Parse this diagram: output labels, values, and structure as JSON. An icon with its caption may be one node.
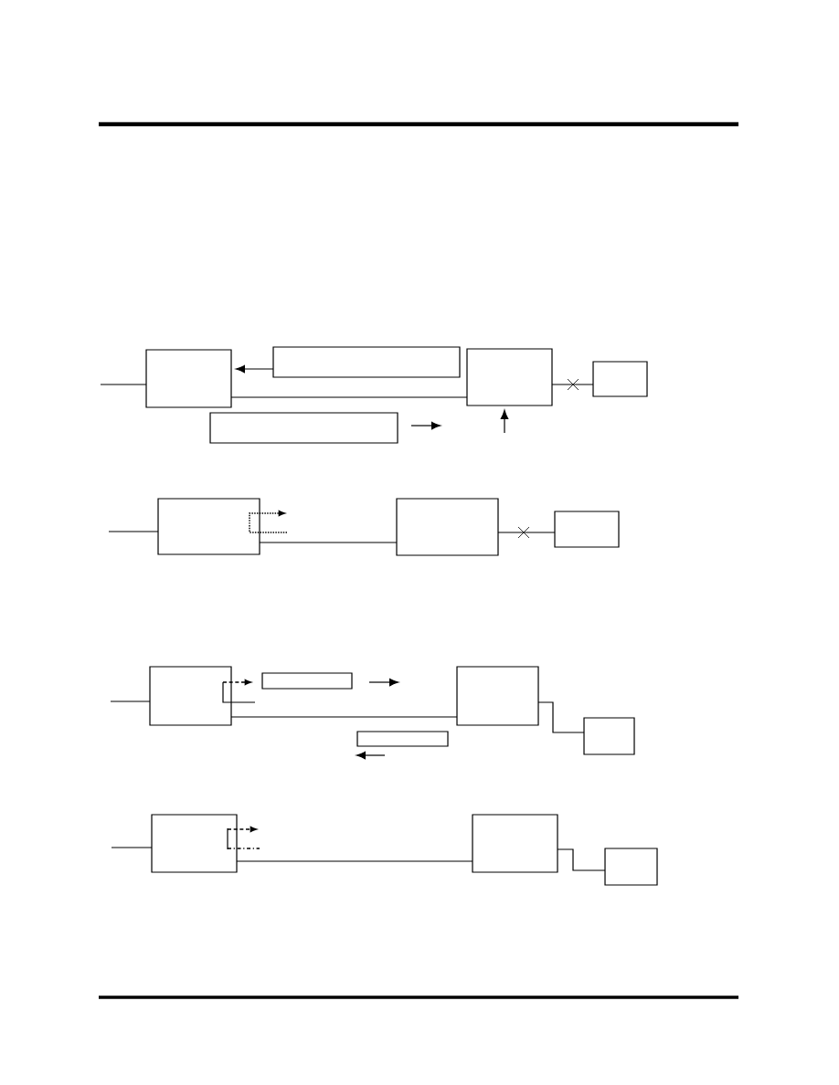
{
  "diagram": {
    "nodes": [
      {
        "text": [],
        "shape": "box"
      },
      {
        "text": [],
        "shape": "box"
      },
      {
        "text": [],
        "shape": "box"
      },
      {
        "text": [],
        "shape": "box"
      },
      {
        "text": [],
        "shape": "box"
      },
      {
        "text": [],
        "shape": "box"
      },
      {
        "text": [],
        "shape": "box"
      },
      {
        "text": [],
        "shape": "box"
      },
      {
        "text": [],
        "shape": "box"
      },
      {
        "text": [],
        "shape": "box"
      },
      {
        "text": [],
        "shape": "box"
      },
      {
        "text": [],
        "shape": "box"
      },
      {
        "text": [],
        "shape": "box"
      },
      {
        "text": [],
        "shape": "box"
      },
      {
        "text": [],
        "shape": "box"
      },
      {
        "text": [],
        "shape": "box"
      }
    ],
    "edges": [
      {
        "from": null,
        "to": 0,
        "arrow": "none"
      },
      {
        "from": 1,
        "to": 0,
        "arrow": "to"
      },
      {
        "from": 0,
        "to": 2,
        "arrow": "none"
      },
      {
        "from": 2,
        "to": 3,
        "arrow": "none"
      },
      {
        "from": null,
        "to": 2,
        "arrow": "to"
      },
      {
        "from": null,
        "to": 5,
        "arrow": "none"
      },
      {
        "from": 5,
        "to": 6,
        "arrow": "none"
      },
      {
        "from": 6,
        "to": 7,
        "arrow": "none"
      },
      {
        "from": null,
        "to": 8,
        "arrow": "none"
      },
      {
        "from": 8,
        "to": 10,
        "arrow": "none"
      },
      {
        "from": 10,
        "to": 11,
        "arrow": "none"
      },
      {
        "from": null,
        "to": 13,
        "arrow": "none"
      },
      {
        "from": 13,
        "to": 14,
        "arrow": "none"
      },
      {
        "from": 14,
        "to": 15,
        "arrow": "none"
      }
    ]
  }
}
